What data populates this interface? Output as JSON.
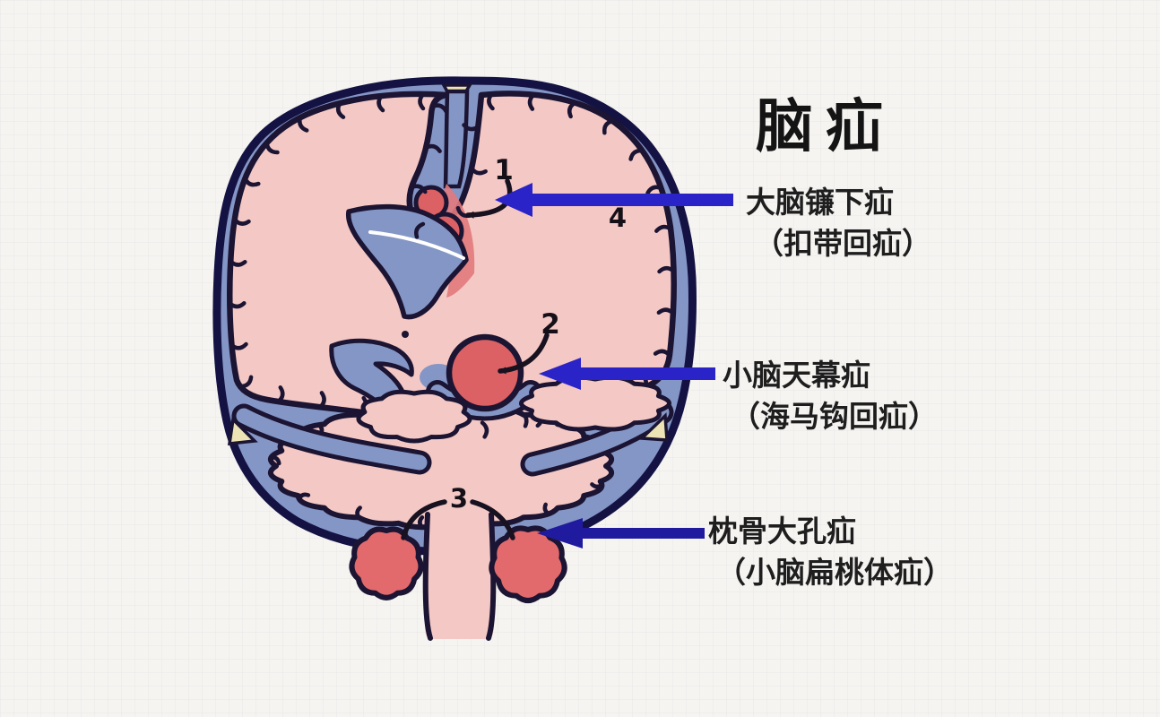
{
  "title": "脑疝",
  "subject": "coronal brain section diagram of brain herniation types",
  "labels": [
    {
      "marker": "1",
      "name": "大脑镰下疝",
      "alias": "（扣带回疝）"
    },
    {
      "marker": "2",
      "name": "小脑天幕疝",
      "alias": "（海马钩回疝）"
    },
    {
      "marker": "3",
      "name": "枕骨大孔疝",
      "alias": "（小脑扁桃体疝）"
    }
  ],
  "markers": {
    "m1": "1",
    "m2": "2",
    "m3": "3",
    "m4": "4"
  },
  "colors": {
    "background": "#f5f4f1",
    "skull_csf_blue": "#8496c6",
    "brain_pink": "#f4c8c4",
    "herniation_red": "#dc6164",
    "tonsil_red": "#e26a6c",
    "outline_dark": "#1b1433",
    "arrow_blue": "#2a23c8",
    "arrow_blue_dark": "#201b9e",
    "sinus_cream": "#eee3b5",
    "text": "#1e1e1e"
  }
}
